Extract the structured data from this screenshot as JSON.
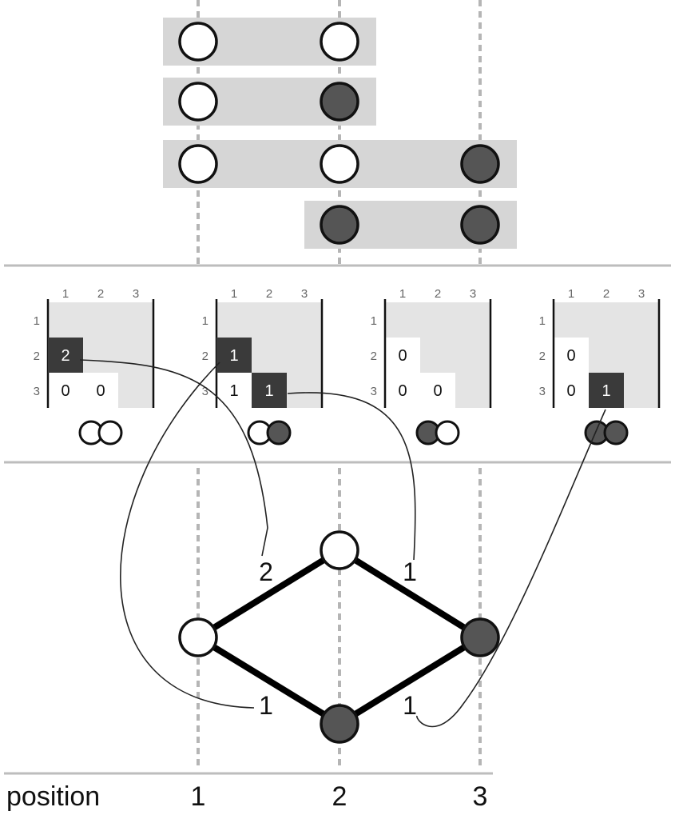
{
  "colors": {
    "allele_a_fill": "#ffffff",
    "allele_b_fill": "#555555",
    "read_band": "#d6d6d6",
    "matrix_shade": "#e4e4e4",
    "matrix_highlight": "#3a3a3a",
    "separator": "#bdbdbd",
    "guide_line": "#b5b5b5"
  },
  "reads": [
    {
      "span": [
        1,
        2
      ],
      "alleles": [
        "a",
        "a"
      ]
    },
    {
      "span": [
        1,
        2
      ],
      "alleles": [
        "a",
        "b"
      ]
    },
    {
      "span": [
        1,
        3
      ],
      "alleles": [
        "a",
        "a",
        "b"
      ]
    },
    {
      "span": [
        2,
        3
      ],
      "alleles": [
        "b",
        "b"
      ]
    }
  ],
  "matrices": [
    {
      "col_labels": [
        "1",
        "2",
        "3"
      ],
      "row_labels": [
        "1",
        "2",
        "3"
      ],
      "pattern": [
        "a",
        "a"
      ],
      "cells": [
        {
          "row": 2,
          "col": 1,
          "value": "2",
          "highlight": true
        },
        {
          "row": 3,
          "col": 1,
          "value": "0",
          "highlight": false
        },
        {
          "row": 3,
          "col": 2,
          "value": "0",
          "highlight": false
        }
      ]
    },
    {
      "col_labels": [
        "1",
        "2",
        "3"
      ],
      "row_labels": [
        "1",
        "2",
        "3"
      ],
      "pattern": [
        "a",
        "b"
      ],
      "cells": [
        {
          "row": 2,
          "col": 1,
          "value": "1",
          "highlight": true
        },
        {
          "row": 3,
          "col": 1,
          "value": "1",
          "highlight": false
        },
        {
          "row": 3,
          "col": 2,
          "value": "1",
          "highlight": true
        }
      ]
    },
    {
      "col_labels": [
        "1",
        "2",
        "3"
      ],
      "row_labels": [
        "1",
        "2",
        "3"
      ],
      "pattern": [
        "b",
        "a"
      ],
      "cells": [
        {
          "row": 2,
          "col": 1,
          "value": "0",
          "highlight": false
        },
        {
          "row": 3,
          "col": 1,
          "value": "0",
          "highlight": false
        },
        {
          "row": 3,
          "col": 2,
          "value": "0",
          "highlight": false
        }
      ]
    },
    {
      "col_labels": [
        "1",
        "2",
        "3"
      ],
      "row_labels": [
        "1",
        "2",
        "3"
      ],
      "pattern": [
        "b",
        "b"
      ],
      "cells": [
        {
          "row": 2,
          "col": 1,
          "value": "0",
          "highlight": false
        },
        {
          "row": 3,
          "col": 1,
          "value": "0",
          "highlight": false
        },
        {
          "row": 3,
          "col": 2,
          "value": "1",
          "highlight": true
        }
      ]
    }
  ],
  "graph": {
    "nodes": [
      {
        "id": "p1a",
        "position": 1,
        "allele": "a"
      },
      {
        "id": "p2a",
        "position": 2,
        "allele": "a"
      },
      {
        "id": "p2b",
        "position": 2,
        "allele": "b"
      },
      {
        "id": "p3b",
        "position": 3,
        "allele": "b"
      }
    ],
    "edges": [
      {
        "from": "p1a",
        "to": "p2a",
        "weight": "2"
      },
      {
        "from": "p2a",
        "to": "p3b",
        "weight": "1"
      },
      {
        "from": "p1a",
        "to": "p2b",
        "weight": "1"
      },
      {
        "from": "p2b",
        "to": "p3b",
        "weight": "1"
      }
    ]
  },
  "axis": {
    "label": "position",
    "ticks": [
      "1",
      "2",
      "3"
    ]
  }
}
